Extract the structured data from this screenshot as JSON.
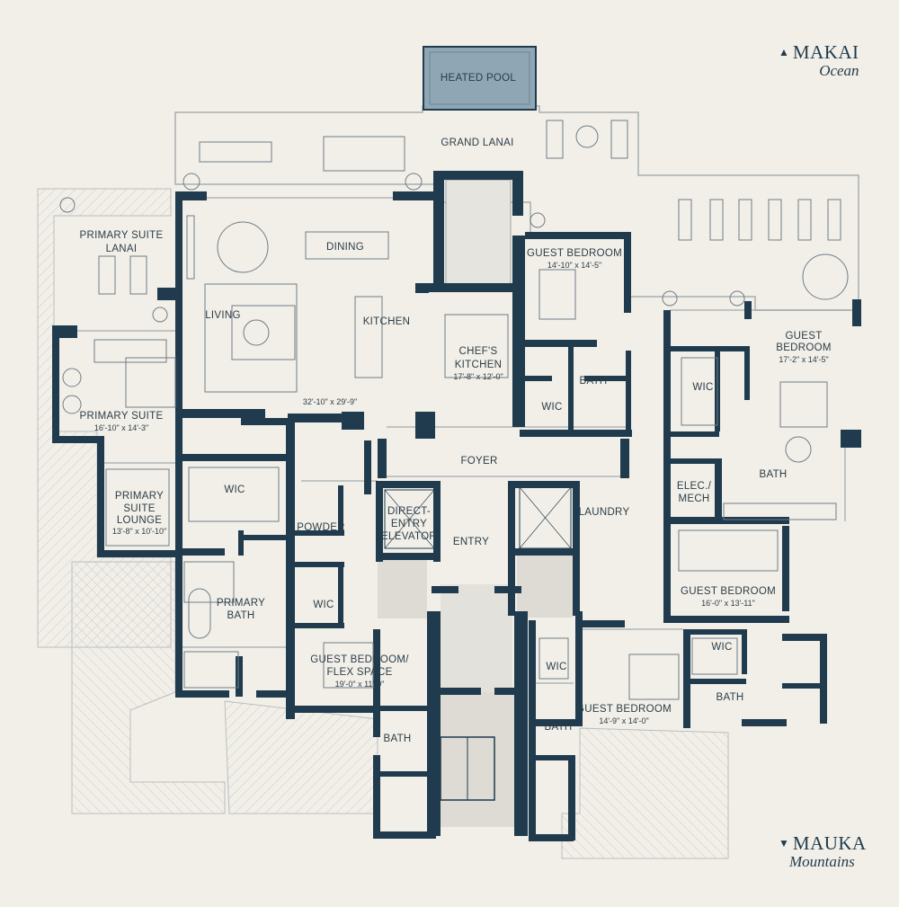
{
  "compass": {
    "north_label": "MAKAI",
    "north_sub": "Ocean",
    "south_label": "MAUKA",
    "south_sub": "Mountains"
  },
  "rooms": {
    "heated_pool": "HEATED POOL",
    "grand_lanai": "GRAND LANAI",
    "primary_suite_lanai_1": "PRIMARY SUITE",
    "primary_suite_lanai_2": "LANAI",
    "dining": "DINING",
    "living": "LIVING",
    "kitchen": "KITCHEN",
    "living_dim": "32'-10\" x 29'-9\"",
    "chefs_kitchen_1": "CHEF'S",
    "chefs_kitchen_2": "KITCHEN",
    "chefs_kitchen_dim": "17'-8\" x 12'-0\"",
    "guest_bedroom_a": "GUEST BEDROOM",
    "guest_bedroom_a_dim": "14'-10\" x 14'-5\"",
    "bath_a": "BATH",
    "wic_a": "WIC",
    "guest_bedroom_b_1": "GUEST",
    "guest_bedroom_b_2": "BEDROOM",
    "guest_bedroom_b_dim": "17'-2\" x 14'-5\"",
    "wic_b": "WIC",
    "bath_b": "BATH",
    "primary_suite": "PRIMARY SUITE",
    "primary_suite_dim": "16'-10\" x 14'-3\"",
    "foyer": "FOYER",
    "elec_mech_1": "ELEC./",
    "elec_mech_2": "MECH",
    "primary_lounge_1": "PRIMARY",
    "primary_lounge_2": "SUITE",
    "primary_lounge_3": "LOUNGE",
    "primary_lounge_dim": "13'-8\" x 10'-10\"",
    "wic_primary": "WIC",
    "powder": "POWDER",
    "elevator_1": "DIRECT-",
    "elevator_2": "ENTRY",
    "elevator_3": "ELEVATOR",
    "entry": "ENTRY",
    "laundry": "LAUNDRY",
    "guest_bedroom_c": "GUEST BEDROOM",
    "guest_bedroom_c_dim": "16'-0\" x 13'-11\"",
    "primary_bath_1": "PRIMARY",
    "primary_bath_2": "BATH",
    "wic_c": "WIC",
    "flex_1": "GUEST BEDROOM/",
    "flex_2": "FLEX SPACE",
    "flex_dim": "19'-0\" x 11'-0\"",
    "wic_d": "WIC",
    "bath_d": "BATH",
    "guest_bedroom_d": "GUEST BEDROOM",
    "guest_bedroom_d_dim": "14'-9\" x 14'-0\"",
    "wic_e": "WIC",
    "bath_e": "BATH",
    "bath_f": "BATH"
  },
  "colors": {
    "background": "#f2efe8",
    "wall": "#1f3b4d",
    "pool": "#8fa6b4",
    "line": "#9aa5ab",
    "core_fill": "#dddbd4"
  }
}
